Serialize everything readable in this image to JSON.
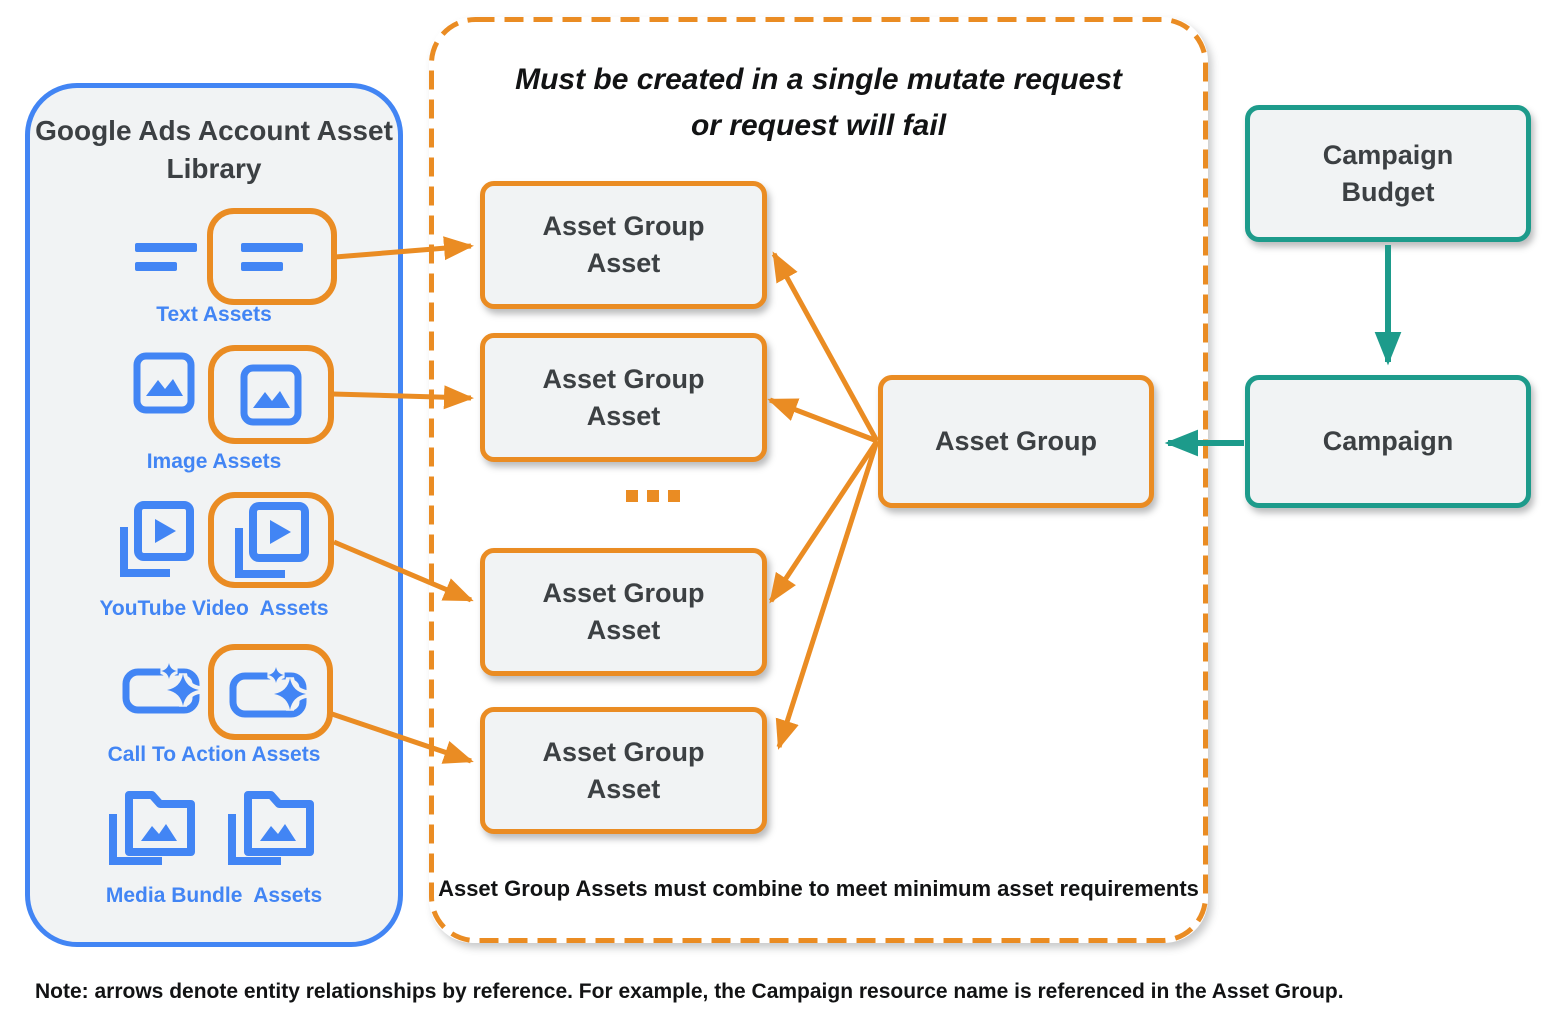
{
  "library": {
    "title": "Google Ads Account Asset Library",
    "rows": [
      {
        "label": "Text Assets",
        "icon": "text-lines-icon"
      },
      {
        "label": "Image Assets",
        "icon": "image-icon"
      },
      {
        "label": "YouTube Video  Assets",
        "icon": "youtube-video-icon"
      },
      {
        "label": "Call To Action Assets",
        "icon": "call-to-action-icon"
      },
      {
        "label": "Media Bundle  Assets",
        "icon": "media-bundle-icon"
      }
    ]
  },
  "mutate_group": {
    "title_line1": "Must be created in a single mutate request",
    "title_line2": "or request will fail",
    "boxes": [
      {
        "label": "Asset Group Asset"
      },
      {
        "label": "Asset Group Asset"
      },
      {
        "label": "Asset Group Asset"
      },
      {
        "label": "Asset Group Asset"
      }
    ],
    "ellipsis": "...",
    "footnote": "Asset Group Assets must combine to meet minimum asset requirements"
  },
  "entities": {
    "asset_group": "Asset Group",
    "campaign": "Campaign",
    "campaign_budget": "Campaign Budget"
  },
  "note": "Note: arrows denote entity relationships by reference. For example, the Campaign resource name is referenced in the Asset Group.",
  "colors": {
    "orange": "#EA8C23",
    "blue": "#4285F4",
    "teal": "#1D9B8B",
    "box_fill": "#F1F3F4",
    "dark_text": "#3C4043",
    "black_text": "#121314"
  }
}
